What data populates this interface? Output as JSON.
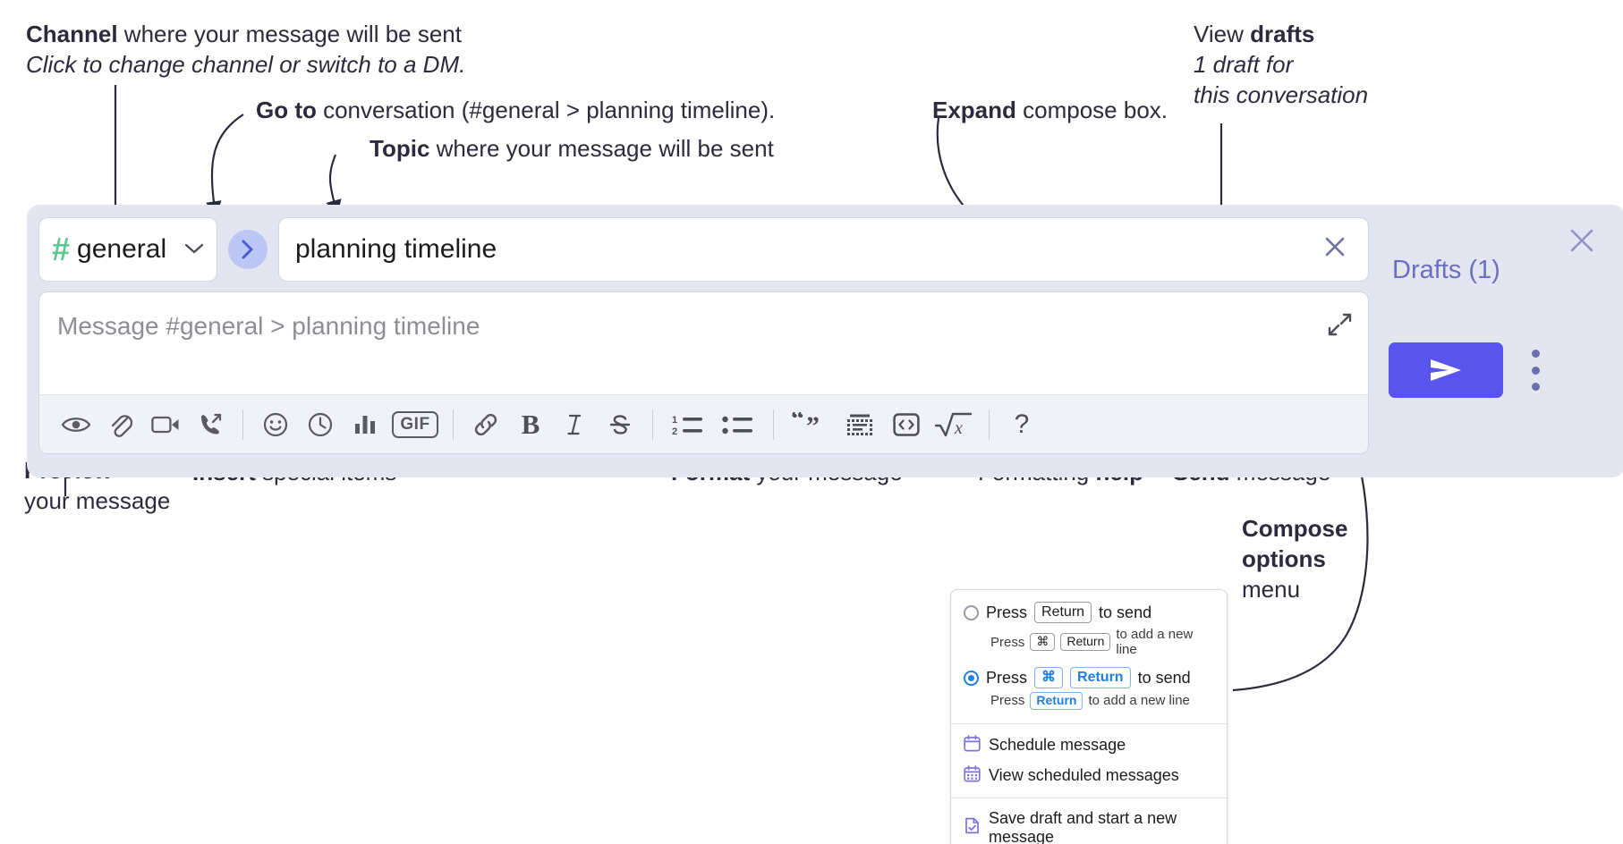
{
  "annotations": {
    "channel": {
      "bold": "Channel",
      "rest": " where your message will be sent",
      "italic": "Click to change channel or switch to a DM."
    },
    "goto": {
      "bold": "Go to",
      "rest": " conversation (#general > planning timeline)."
    },
    "topic": {
      "bold": "Topic",
      "rest": " where your message will be sent"
    },
    "expand": {
      "bold": "Expand",
      "rest": " compose box."
    },
    "drafts": {
      "plain": "View ",
      "bold": "drafts",
      "italic1": "1 draft for",
      "italic2": "this conversation"
    },
    "preview": {
      "bold": "Preview",
      "rest": "your message"
    },
    "insert": {
      "bold": "Insert",
      "rest": " special items"
    },
    "format": {
      "bold": "Format",
      "rest": " your message"
    },
    "help": {
      "plain": "Formatting ",
      "bold": "help"
    },
    "send": {
      "bold": "Send",
      "rest": " message"
    },
    "compose_options": {
      "bold1": "Compose",
      "bold2": "options",
      "plain": "menu"
    }
  },
  "compose": {
    "channel": {
      "hash": "#",
      "name": "general",
      "caret": "⌄"
    },
    "goto_button": {
      "glyph": "›"
    },
    "topic": {
      "value": "planning timeline",
      "clear": "✕"
    },
    "message": {
      "placeholder": "Message #general > planning timeline"
    },
    "toolbar": [
      {
        "name": "preview-icon",
        "label": "Preview"
      },
      {
        "name": "attachment-icon",
        "label": "Attach file"
      },
      {
        "name": "video-icon",
        "label": "Video clip"
      },
      {
        "name": "audio-call-icon",
        "label": "Audio clip"
      },
      {
        "name": "emoji-icon",
        "label": "Emoji"
      },
      {
        "name": "clock-icon",
        "label": "Reminder"
      },
      {
        "name": "poll-icon",
        "label": "Poll"
      },
      {
        "name": "gif-icon",
        "label": "GIF"
      },
      {
        "name": "link-icon",
        "label": "Link"
      },
      {
        "name": "bold-icon",
        "label": "B"
      },
      {
        "name": "italic-icon",
        "label": "I"
      },
      {
        "name": "strikethrough-icon",
        "label": "S"
      },
      {
        "name": "ordered-list-icon",
        "label": "Ordered list"
      },
      {
        "name": "bulleted-list-icon",
        "label": "Bulleted list"
      },
      {
        "name": "blockquote-icon",
        "label": "Blockquote"
      },
      {
        "name": "code-block-icon",
        "label": "Code block"
      },
      {
        "name": "inline-code-icon",
        "label": "Inline code"
      },
      {
        "name": "math-icon",
        "label": "Math"
      },
      {
        "name": "help-icon",
        "label": "?"
      }
    ]
  },
  "right_panel": {
    "close": "✕",
    "drafts_label": "Drafts (1)",
    "send_label": "send-icon"
  },
  "dropdown": {
    "option1": {
      "press": "Press",
      "key": "Return",
      "to_send": "to send",
      "sub_press": "Press",
      "sub_key1": "⌘",
      "sub_key2": "Return",
      "sub_tail": "to add a new line",
      "selected": false
    },
    "option2": {
      "press": "Press",
      "key1": "⌘",
      "key2": "Return",
      "to_send": "to send",
      "sub_press": "Press",
      "sub_key": "Return",
      "sub_tail": "to add a new line",
      "selected": true
    },
    "items": [
      {
        "icon": "calendar-icon",
        "label": "Schedule message"
      },
      {
        "icon": "calendar-grid-icon",
        "label": "View scheduled messages"
      },
      {
        "icon": "save-draft-icon",
        "label": "Save draft and start a new message"
      }
    ]
  },
  "colors": {
    "accent_send": "#5a54ef",
    "hash_green": "#5ec792",
    "goto_blue": "#4a5bd4",
    "panel_bg": "#e3e5f1",
    "drafts_text": "#6b6fc0",
    "radio_blue": "#1f7fe8"
  }
}
